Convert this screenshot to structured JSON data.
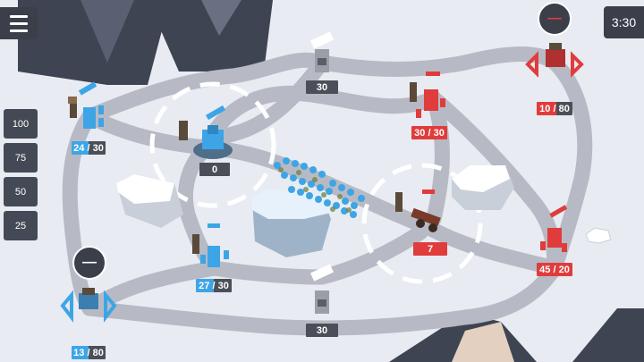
{
  "hud": {
    "timer": "3:30",
    "percent_buttons": [
      "100",
      "75",
      "50",
      "25"
    ]
  },
  "bases": {
    "blue_top_left": "24 / 30",
    "blue_center": "0",
    "blue_bottom_mid": "27 / 30",
    "blue_hq": "13 / 80",
    "neutral_top": "30",
    "neutral_bottom": "30",
    "red_top": "30 / 30",
    "red_hq": "10 / 80",
    "red_cannon": "7",
    "red_right": "45 / 20"
  },
  "colors": {
    "blue": "#3da5e6",
    "red": "#e03c3c",
    "neutral": "#4b4f57",
    "road": "#b7bac4",
    "snow": "#e9ecf3"
  },
  "icons": {
    "hq_badge": "rifle-icon",
    "menu": "hamburger-icon"
  }
}
